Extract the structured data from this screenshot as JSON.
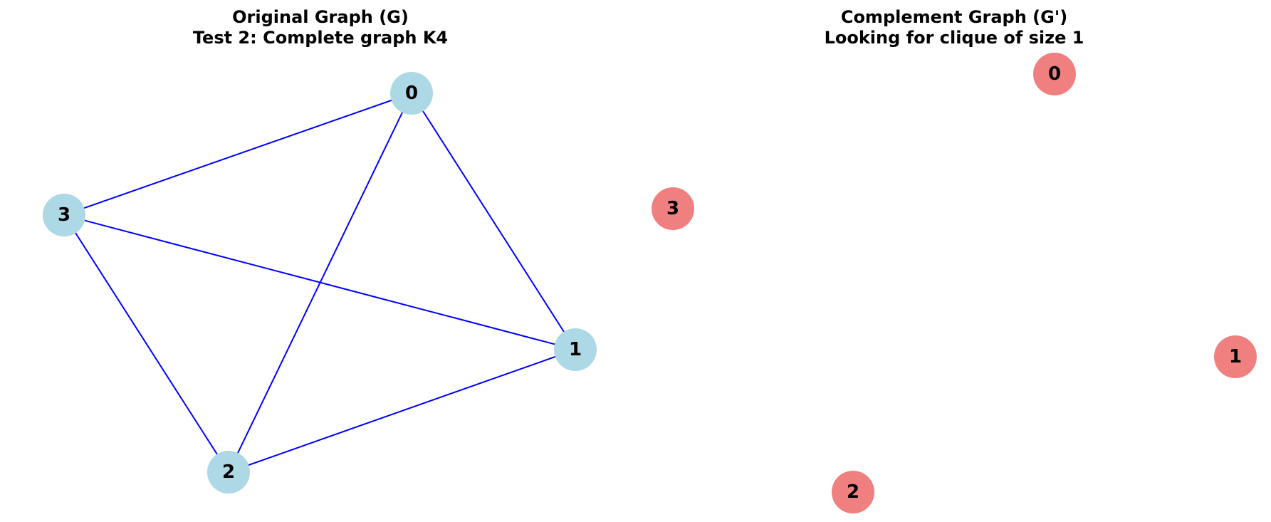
{
  "left_panel": {
    "title_line1": "Original Graph (G)",
    "title_line2": "Test 2: Complete graph K4",
    "node_color": "#add8e6",
    "edge_color": "#0000ff",
    "nodes": [
      {
        "id": "0"
      },
      {
        "id": "1"
      },
      {
        "id": "2"
      },
      {
        "id": "3"
      }
    ],
    "edges": [
      [
        "0",
        "1"
      ],
      [
        "0",
        "2"
      ],
      [
        "0",
        "3"
      ],
      [
        "1",
        "2"
      ],
      [
        "1",
        "3"
      ],
      [
        "2",
        "3"
      ]
    ]
  },
  "right_panel": {
    "title_line1": "Complement Graph (G')",
    "title_line2": "Looking for clique of size 1",
    "node_color": "#f08080",
    "nodes": [
      {
        "id": "0"
      },
      {
        "id": "1"
      },
      {
        "id": "2"
      },
      {
        "id": "3"
      }
    ],
    "edges": []
  }
}
